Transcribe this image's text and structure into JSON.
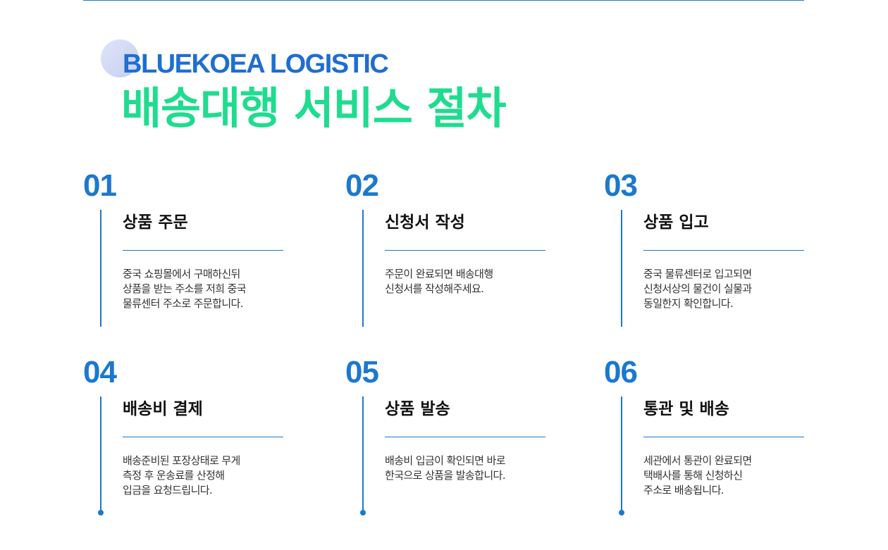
{
  "header": {
    "subtitle": "BLUEKOEA LOGISTIC",
    "title": "배송대행 서비스 절차"
  },
  "steps": [
    {
      "number": "01",
      "title": "상품 주문",
      "lines": [
        "중국 쇼핑몰에서 구매하신뒤",
        "상품을 받는 주소를 저희 중국",
        "물류센터 주소로 주문합니다."
      ]
    },
    {
      "number": "02",
      "title": "신청서 작성",
      "lines": [
        "주문이 완료되면 배송대행",
        "신청서를 작성해주세요."
      ]
    },
    {
      "number": "03",
      "title": "상품 입고",
      "lines": [
        "중국 물류센터로 입고되면",
        "신청서상의 물건이 실물과",
        "동일한지 확인합니다."
      ]
    },
    {
      "number": "04",
      "title": "배송비 결제",
      "lines": [
        "배송준비된 포장상태로 무게",
        "측정 후 운송료를 산정해",
        "입금을 요청드립니다."
      ]
    },
    {
      "number": "05",
      "title": "상품 발송",
      "lines": [
        "배송비 입금이 확인되면 바로",
        "한국으로 상품을 발송합니다."
      ]
    },
    {
      "number": "06",
      "title": "통관 및 배송",
      "lines": [
        "세관에서 통관이 완료되면",
        "택배사를 통해 신청하신",
        "주소로 배송됩니다."
      ]
    }
  ],
  "colors": {
    "accent_blue": "#1c78cf",
    "title_green": "#1fdc8f",
    "subtitle_blue": "#1f6ed0"
  }
}
